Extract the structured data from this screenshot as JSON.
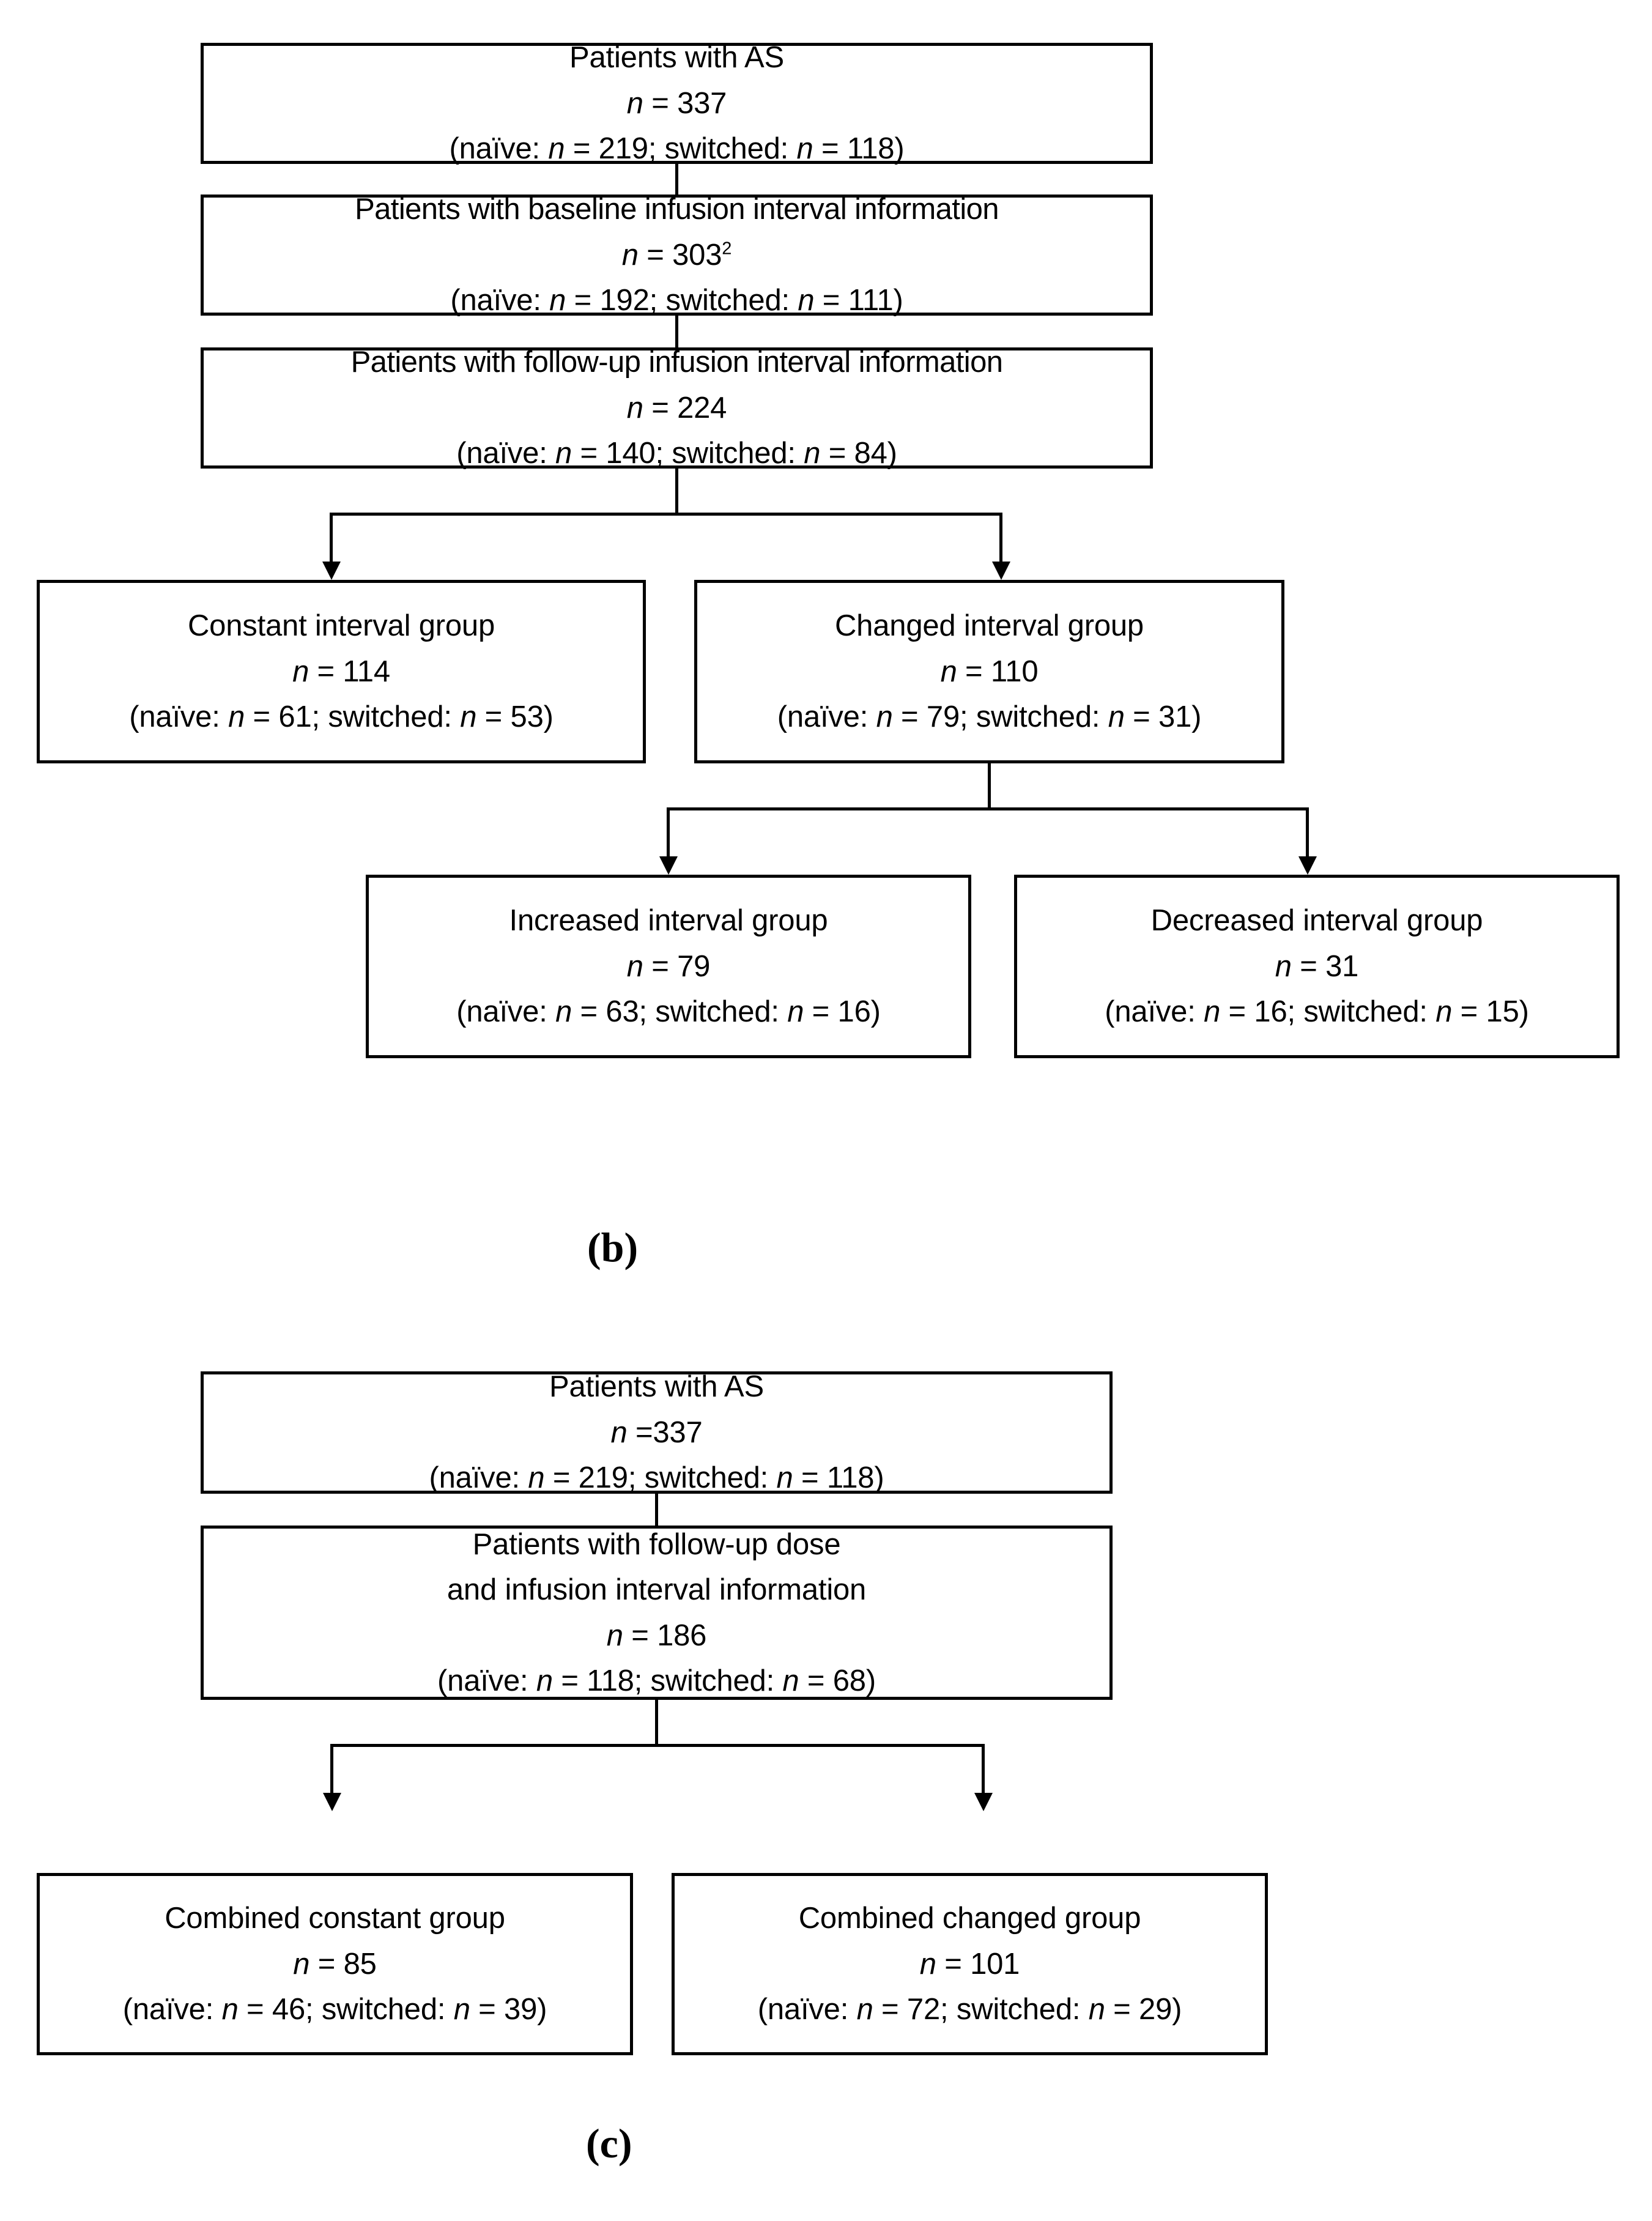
{
  "figure": {
    "panels": [
      {
        "id": "b",
        "label": "(b)",
        "nodes": {
          "patients_as": {
            "title": "Patients with AS",
            "n_line": "n = 337",
            "n_value": "337",
            "breakdown": "(naïve: n = 219; switched: n = 118)",
            "naive": "219",
            "switched": "118"
          },
          "baseline_infusion": {
            "title": "Patients with baseline infusion interval information",
            "n_line": "n = 303",
            "n_value": "303",
            "footnote_marker": "2",
            "breakdown": "(naïve: n = 192; switched: n = 111)",
            "naive": "192",
            "switched": "111"
          },
          "followup_infusion": {
            "title": "Patients with follow-up infusion interval information",
            "n_line": "n = 224",
            "n_value": "224",
            "breakdown": "(naïve: n = 140; switched: n = 84)",
            "naive": "140",
            "switched": "84"
          },
          "constant_interval": {
            "title": "Constant interval group",
            "n_line": "n = 114",
            "n_value": "114",
            "breakdown": "(naïve: n = 61; switched: n = 53)",
            "naive": "61",
            "switched": "53"
          },
          "changed_interval": {
            "title": "Changed interval group",
            "n_line": "n = 110",
            "n_value": "110",
            "breakdown": "(naïve: n = 79; switched: n = 31)",
            "naive": "79",
            "switched": "31"
          },
          "increased_interval": {
            "title": "Increased interval group",
            "n_line": "n = 79",
            "n_value": "79",
            "breakdown": "(naïve: n = 63; switched: n = 16)",
            "naive": "63",
            "switched": "16"
          },
          "decreased_interval": {
            "title": "Decreased interval group",
            "n_line": "n = 31",
            "n_value": "31",
            "breakdown": "(naïve: n = 16; switched: n = 15)",
            "naive": "16",
            "switched": "15"
          }
        }
      },
      {
        "id": "c",
        "label": "(c)",
        "nodes": {
          "patients_as": {
            "title": "Patients with AS",
            "n_line": "n =337",
            "n_value": "337",
            "breakdown": "(naïve: n = 219; switched: n = 118)",
            "naive": "219",
            "switched": "118"
          },
          "followup_dose": {
            "title_line1": "Patients with follow-up dose",
            "title_line2": "and infusion interval information",
            "n_line": "n = 186",
            "n_value": "186",
            "breakdown": "(naïve: n = 118; switched: n = 68)",
            "naive": "118",
            "switched": "68"
          },
          "combined_constant": {
            "title": "Combined constant group",
            "n_line": "n = 85",
            "n_value": "85",
            "breakdown": "(naïve: n = 46; switched: n = 39)",
            "naive": "46",
            "switched": "39"
          },
          "combined_changed": {
            "title": "Combined changed group",
            "n_line": "n = 101",
            "n_value": "101",
            "breakdown": "(naïve: n = 72; switched: n = 29)",
            "naive": "72",
            "switched": "29"
          }
        }
      }
    ],
    "colors": {
      "stroke": "#000000",
      "background": "#ffffff",
      "text": "#000000"
    }
  }
}
